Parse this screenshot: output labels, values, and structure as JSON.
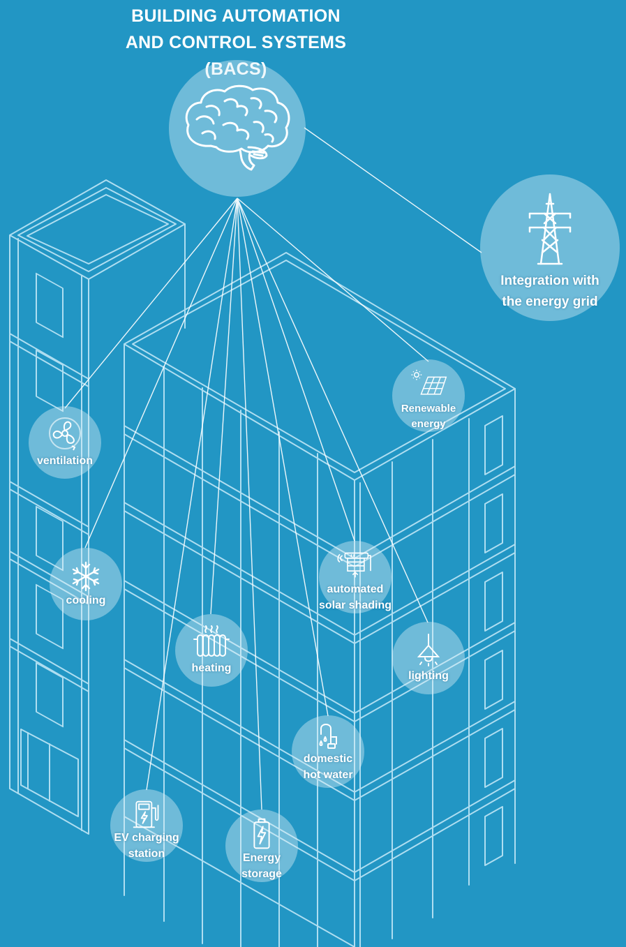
{
  "title": {
    "line1": "BUILDING AUTOMATION",
    "line2": "AND CONTROL SYSTEMS",
    "line3": "(BACS)"
  },
  "hub": {
    "icon": "brain-icon"
  },
  "grid": {
    "line1": "Integration with",
    "line2": "the energy grid",
    "icon": "power-pylon-icon"
  },
  "systems": {
    "renewable": {
      "line1": "Renewable",
      "line2": "energy",
      "icon": "solar-panel-icon"
    },
    "ventilation": {
      "line1": "ventilation",
      "icon": "fan-icon"
    },
    "cooling": {
      "line1": "cooling",
      "icon": "snowflake-icon"
    },
    "solar_shading": {
      "line1": "automated",
      "line2": "solar shading",
      "icon": "solar-shading-icon"
    },
    "heating": {
      "line1": "heating",
      "icon": "radiator-icon"
    },
    "lighting": {
      "line1": "lighting",
      "icon": "lamp-icon"
    },
    "hot_water": {
      "line1": "domestic",
      "line2": "hot water",
      "icon": "faucet-icon"
    },
    "ev_charging": {
      "line1": "EV charging",
      "line2": "station",
      "icon": "ev-charger-icon"
    },
    "storage": {
      "line1": "Energy",
      "line2": "storage",
      "icon": "battery-icon"
    }
  },
  "colors": {
    "background": "#2296c4",
    "outline": "#bfe6f6",
    "circle_fill": "rgba(220,238,246,0.42)",
    "text": "#ffffff"
  }
}
